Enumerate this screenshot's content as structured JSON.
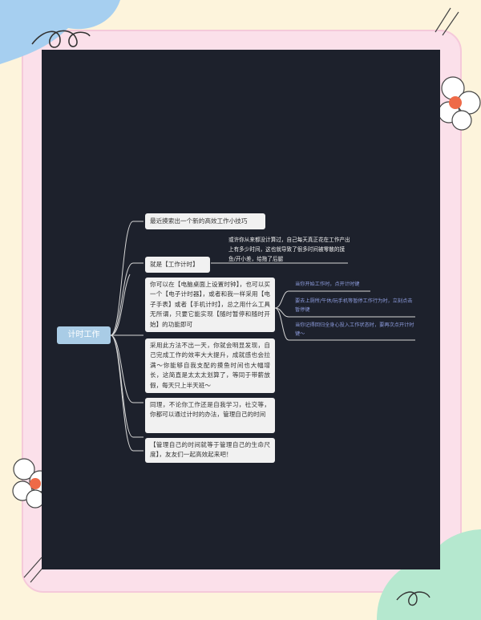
{
  "mindmap": {
    "root": "计时工作",
    "branches": [
      "最近摸索出一个新的高效工作小技巧",
      "就是【工作计时】",
      "你可以在【电脑桌面上设置时钟】，也可以买一个【电子计时器】，或者和我一样采用【电子手表】或者【手机计时】，总之用什么工具无所谓，只要它能实现【随时暂停和随时开始】的功能即可",
      "采用此方法不出一天，你就会明显发现，自己完成工作的效率大大提升，成就感也会拉满～你能够自我支配的摸鱼时间也大幅增长，这简直是太太太划算了，等同于带薪放假，每天只上半天班～",
      "同理，不论你工作还是自我学习，社交等，你都可以通过计时的办法，管理自己的时间",
      "【管理自己的时间就等于管理自己的生命尺度】，友友们一起高效起来吧！"
    ],
    "note": "或许你从来都没计算过，自己每天真正花在工作产出上有多少时间，这也就导致了很多时间被零散的摸鱼/开小差，给拖了后腿",
    "leaves": [
      "当你开始工作时，点开计时键",
      "要去上厕所/午休/玩手机等暂停工作行为时，立刻点击暂停键",
      "当你记得回归全身心投入工作状态时，要再次点开计时键～"
    ]
  },
  "colors": {
    "background": "#fdf4dc",
    "panel": "#1d212c",
    "root": "#a9cce6",
    "node": "#f1f1f1",
    "leaf_text": "#8c9bdc"
  }
}
